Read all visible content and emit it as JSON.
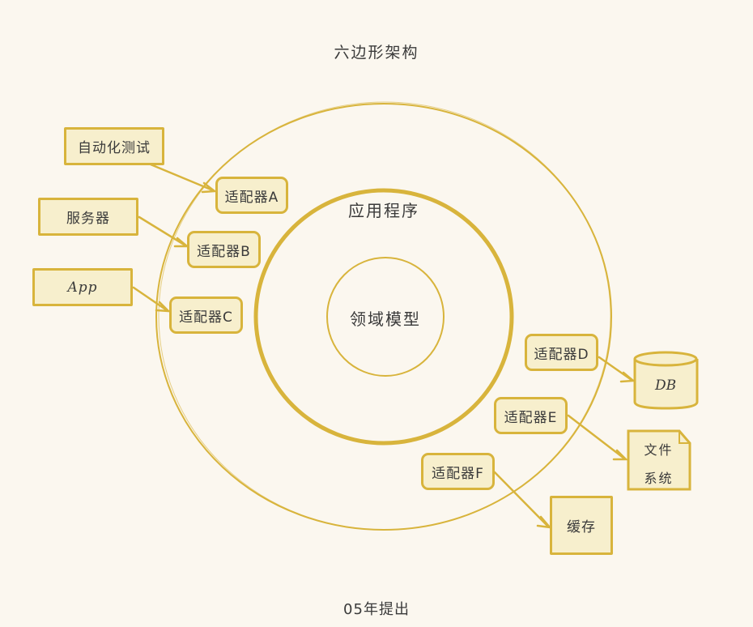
{
  "title": "六边形架构",
  "footer": "05年提出",
  "rings": {
    "inner": "领域模型",
    "middle": "应用程序"
  },
  "inputs": [
    {
      "id": "auto-test",
      "label": "自动化测试"
    },
    {
      "id": "server",
      "label": "服务器"
    },
    {
      "id": "app",
      "label": "App"
    }
  ],
  "adapters": [
    {
      "id": "a",
      "label": "适配器A"
    },
    {
      "id": "b",
      "label": "适配器B"
    },
    {
      "id": "c",
      "label": "适配器C"
    },
    {
      "id": "d",
      "label": "适配器D"
    },
    {
      "id": "e",
      "label": "适配器E"
    },
    {
      "id": "f",
      "label": "适配器F"
    }
  ],
  "outputs": {
    "db": "DB",
    "filesystem": [
      "文件",
      "系统"
    ],
    "cache": "缓存"
  },
  "colors": {
    "accent": "#d8b43c",
    "fill": "#f7efcd",
    "background": "#fbf7ef",
    "text": "#3a3a3a"
  }
}
